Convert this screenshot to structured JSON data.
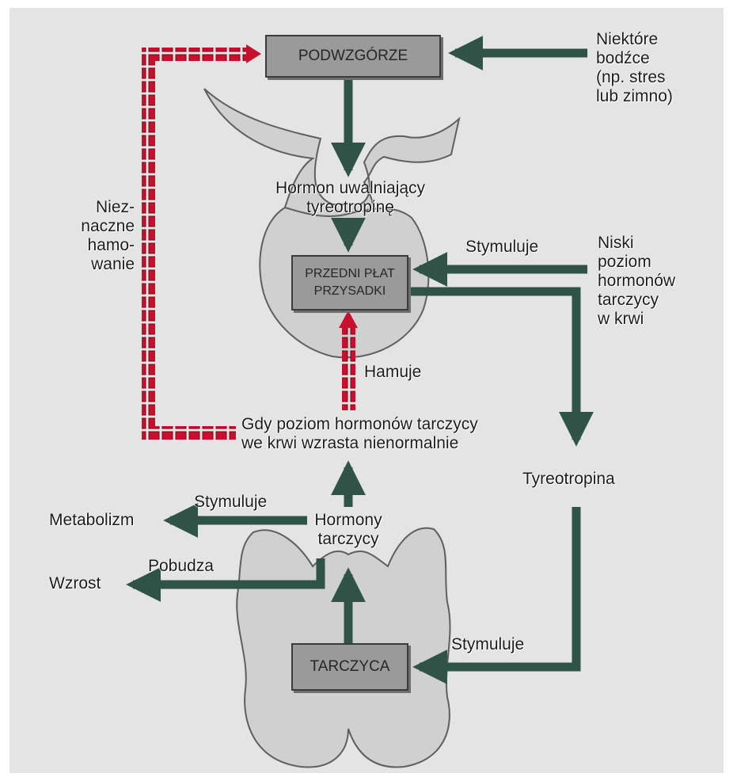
{
  "colors": {
    "background": "#e4e4e4",
    "organ": "#d0d0d0",
    "box": "#9a9a9a",
    "stimulate_arrow": "#2f5447",
    "inhibit_arrow": "#c8102e"
  },
  "boxes": {
    "hypothalamus": "PODWZGÓRZE",
    "pituitary_line1": "PRZEDNI PŁAT",
    "pituitary_line2": "PRZYSADKI",
    "thyroid": "TARCZYCA"
  },
  "labels": {
    "stimuli": [
      "Niektóre",
      "bodźce",
      "(np. stres",
      "lub zimno)"
    ],
    "trh": [
      "Hormon uwalniający",
      "tyreotropinę"
    ],
    "unknown_inhibition": [
      "Niez-",
      "naczne",
      "hamo-",
      "wanie"
    ],
    "low_level": [
      "Niski",
      "poziom",
      "hormonów",
      "tarczycy",
      "w krwi"
    ],
    "stimulates_pituitary": "Stymuluje",
    "inhibits": "Hamuje",
    "high_level": [
      "Gdy poziom hormonów tarczycy",
      "we krwi wzrasta nienormalnie"
    ],
    "tsh": "Tyreotropina",
    "stimulates_metabolism": "Stymuluje",
    "metabolism": "Metabolizm",
    "thyroid_hormones": [
      "Hormony",
      "tarczycy"
    ],
    "promotes": "Pobudza",
    "growth": "Wzrost",
    "stimulates_thyroid": "Stymuluje"
  }
}
